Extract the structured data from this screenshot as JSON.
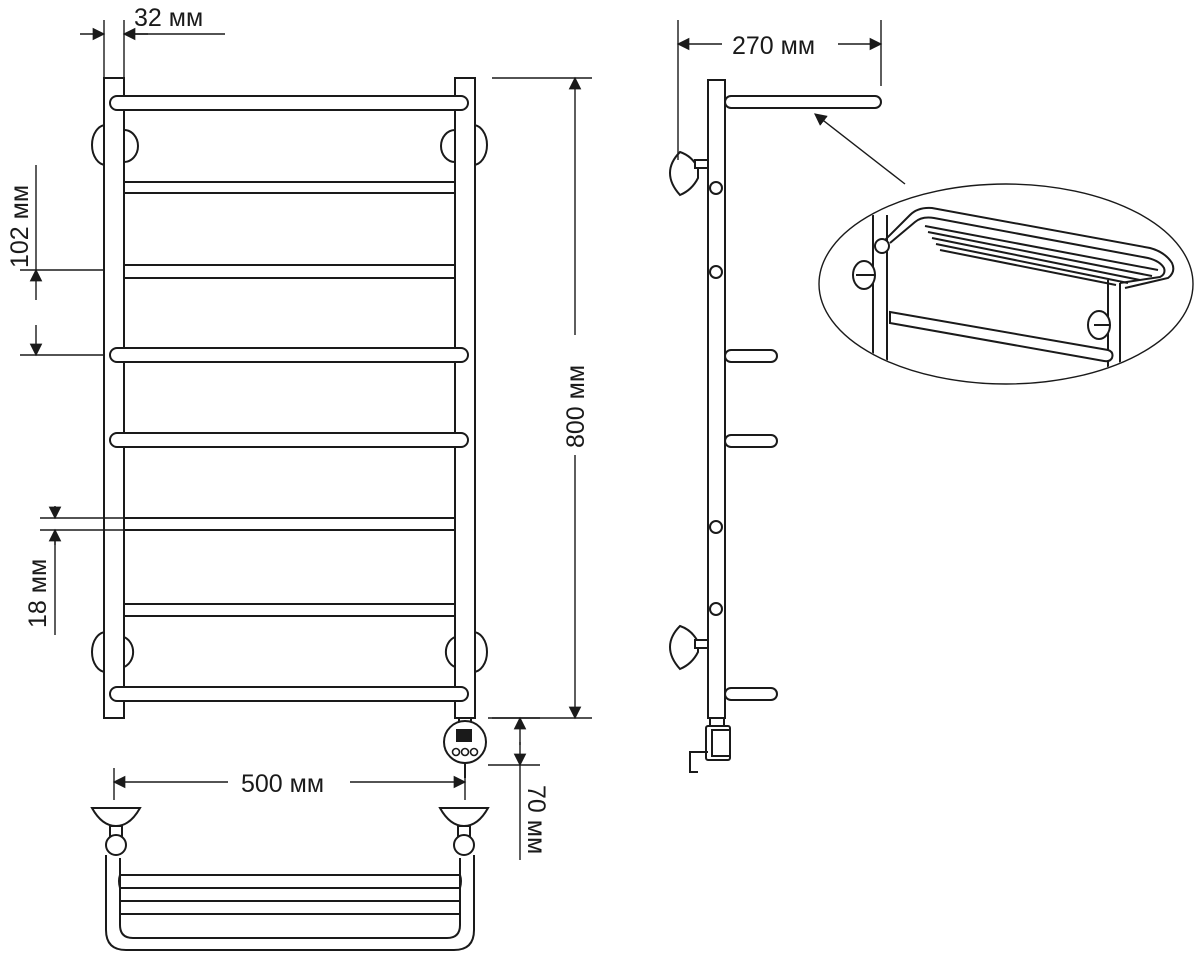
{
  "diagram": {
    "dim_tube_width": "32 мм",
    "dim_rung_pitch": "102 мм",
    "dim_height": "800 мм",
    "dim_rung_diameter": "18 мм",
    "dim_width": "500 мм",
    "dim_connector_offset": "70 мм",
    "dim_depth": "270 мм"
  },
  "colors": {
    "line": "#1a1a1a",
    "background": "#ffffff"
  }
}
